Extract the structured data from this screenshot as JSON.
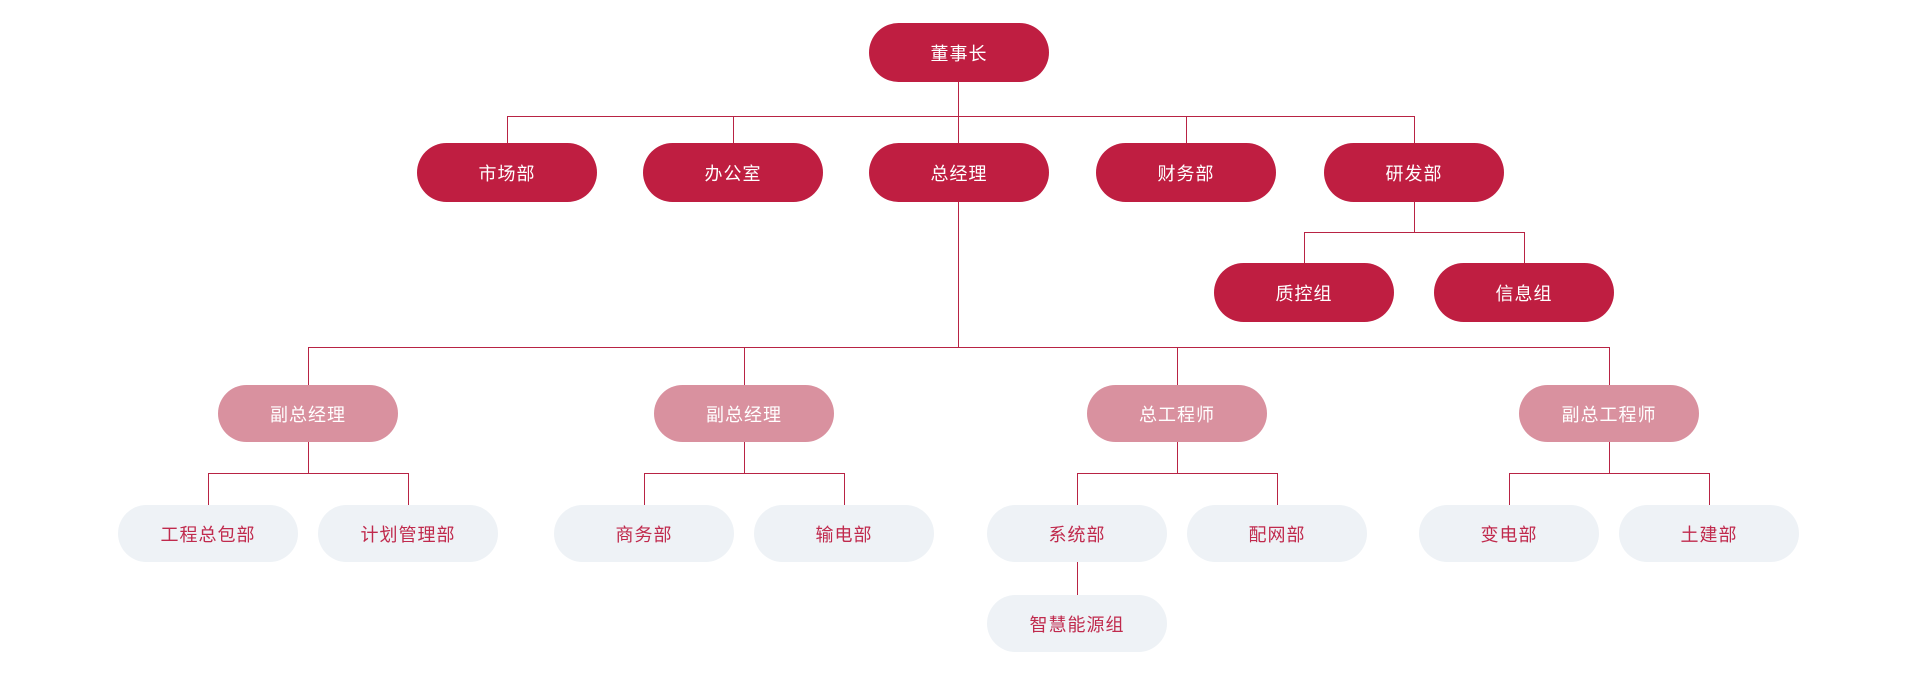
{
  "colors": {
    "primary": "#bf1e41",
    "secondary": "#d9919f",
    "leaf-bg": "#eef2f6",
    "leaf-text": "#c02a4d",
    "line": "#b82344",
    "canvas": "#ffffff"
  },
  "nodes": {
    "chairman": "董事长",
    "marketing": "市场部",
    "office": "办公室",
    "general_manager": "总经理",
    "finance": "财务部",
    "rnd": "研发部",
    "qc_group": "质控组",
    "info_group": "信息组",
    "deputy_gm_1": "副总经理",
    "deputy_gm_2": "副总经理",
    "chief_engineer": "总工程师",
    "deputy_chief_engineer": "副总工程师",
    "epc": "工程总包部",
    "planning": "计划管理部",
    "commerce": "商务部",
    "transmission": "输电部",
    "systems": "系统部",
    "distribution": "配网部",
    "substation": "变电部",
    "civil": "土建部",
    "smart_energy": "智慧能源组"
  }
}
